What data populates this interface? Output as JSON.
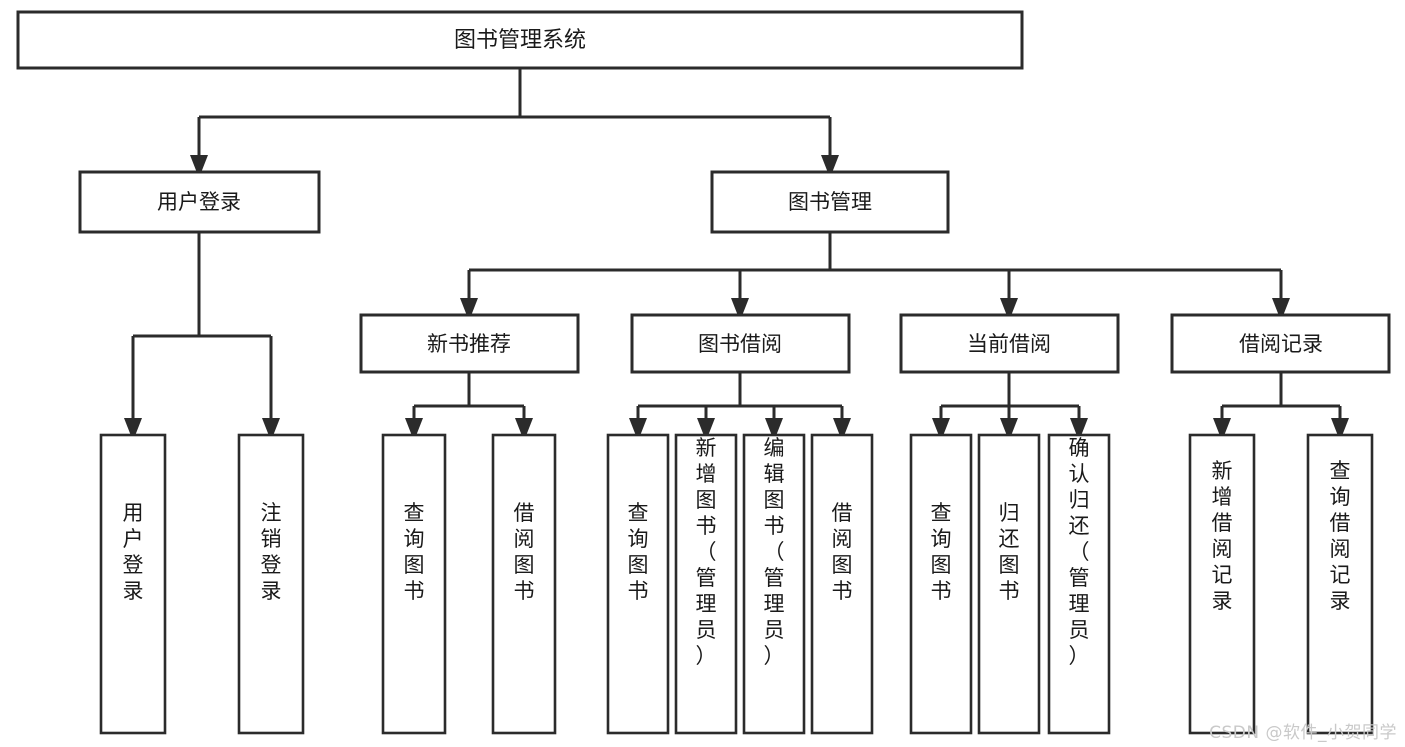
{
  "page": {
    "title": "图书管理系统",
    "background_color": "#ffffff",
    "line_color": "#2b2b2b",
    "text_color": "#1a1a1a",
    "watermark": "CSDN @软件_小贺同学",
    "watermark_color": "#c9c9c9"
  },
  "chart_data": {
    "type": "diagram",
    "diagram_kind": "tree-hierarchy",
    "orientation": "top-down",
    "title": "图书管理系统",
    "levels": 4,
    "node_count": 20,
    "edge_style": "orthogonal-elbow-with-arrowhead"
  },
  "nodes": {
    "root": {
      "label": "图书管理系统",
      "level": 0,
      "orientation": "horizontal"
    },
    "l1": [
      {
        "id": "user-login",
        "label": "用户登录",
        "level": 1,
        "orientation": "horizontal"
      },
      {
        "id": "book-manage",
        "label": "图书管理",
        "level": 1,
        "orientation": "horizontal"
      }
    ],
    "l2": [
      {
        "id": "new-book-recommend",
        "label": "新书推荐",
        "level": 2,
        "orientation": "horizontal"
      },
      {
        "id": "book-borrow",
        "label": "图书借阅",
        "level": 2,
        "orientation": "horizontal"
      },
      {
        "id": "current-borrow",
        "label": "当前借阅",
        "level": 2,
        "orientation": "horizontal"
      },
      {
        "id": "borrow-record",
        "label": "借阅记录",
        "level": 2,
        "orientation": "horizontal"
      }
    ],
    "leaves": {
      "user_login": [
        {
          "id": "leaf-user-login",
          "label": "用户登录",
          "orientation": "vertical"
        },
        {
          "id": "leaf-logout-login",
          "label": "注销登录",
          "orientation": "vertical"
        }
      ],
      "new_book_recommend": [
        {
          "id": "leaf-query-book-1",
          "label": "查询图书",
          "orientation": "vertical"
        },
        {
          "id": "leaf-borrow-book-1",
          "label": "借阅图书",
          "orientation": "vertical"
        }
      ],
      "book_borrow": [
        {
          "id": "leaf-query-book-2",
          "label": "查询图书",
          "orientation": "vertical"
        },
        {
          "id": "leaf-add-book",
          "label": "新增图书（管理员）",
          "orientation": "vertical"
        },
        {
          "id": "leaf-edit-book",
          "label": "编辑图书（管理员）",
          "orientation": "vertical"
        },
        {
          "id": "leaf-borrow-book-2",
          "label": "借阅图书",
          "orientation": "vertical"
        }
      ],
      "current_borrow": [
        {
          "id": "leaf-query-book-3",
          "label": "查询图书",
          "orientation": "vertical"
        },
        {
          "id": "leaf-return-book",
          "label": "归还图书",
          "orientation": "vertical"
        },
        {
          "id": "leaf-confirm-return",
          "label": "确认归还（管理员）",
          "orientation": "vertical"
        }
      ],
      "borrow_record": [
        {
          "id": "leaf-add-borrow-record",
          "label": "新增借阅记录",
          "orientation": "vertical"
        },
        {
          "id": "leaf-query-borrow-record",
          "label": "查询借阅记录",
          "orientation": "vertical"
        }
      ]
    }
  }
}
